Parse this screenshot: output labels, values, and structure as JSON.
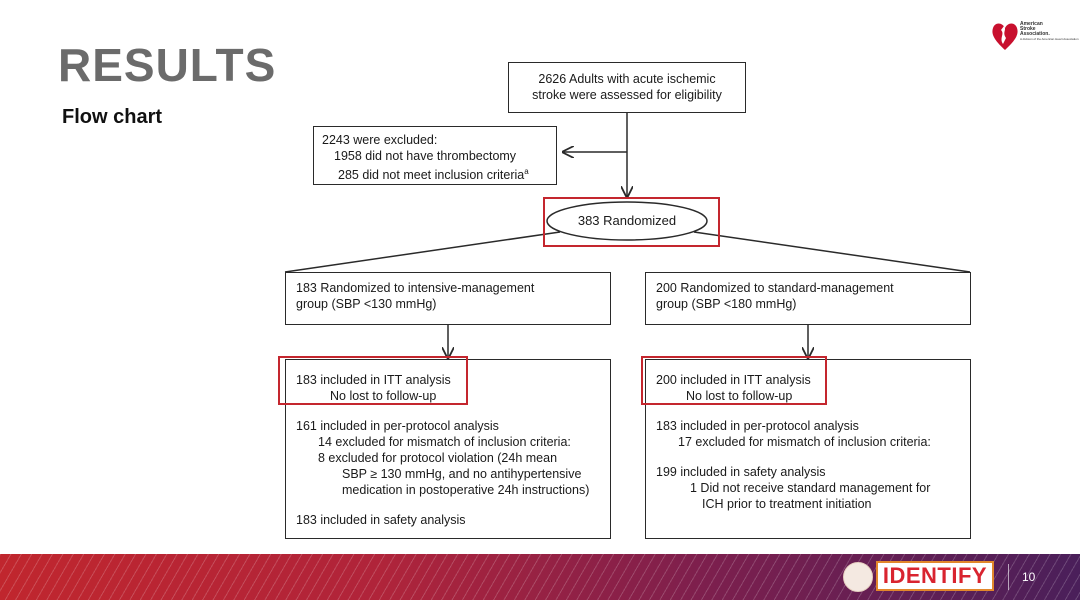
{
  "title": "RESULTS",
  "subtitle": "Flow chart",
  "logo": {
    "org_lines": [
      "American",
      "Stroke",
      "Association."
    ],
    "tagline": "A division of the American Heart Association"
  },
  "flow": {
    "assessed": [
      "2626 Adults with acute ischemic",
      "stroke were assessed for eligibility"
    ],
    "excluded": [
      "2243 were excluded:",
      "1958 did not have thrombectomy",
      "285 did not meet inclusion criteria"
    ],
    "excluded_superscript": "a",
    "randomized": "383 Randomized",
    "intensive_group": [
      "183 Randomized to intensive-management",
      "group (SBP <130 mmHg)"
    ],
    "standard_group": [
      "200 Randomized to standard-management",
      "group  (SBP <180 mmHg)"
    ],
    "intensive_outcomes": {
      "itt": "183 included in ITT analysis",
      "itt_followup": "No lost to follow-up",
      "pp": "161 included in per-protocol analysis",
      "pp_excl1": "14 excluded for mismatch of inclusion criteria:",
      "pp_excl2": [
        "8 excluded for protocol violation (24h mean",
        "SBP ≥ 130 mmHg, and no antihypertensive",
        "medication in postoperative 24h instructions)"
      ],
      "safety": "183 included in safety analysis"
    },
    "standard_outcomes": {
      "itt": "200 included in ITT analysis",
      "itt_followup": "No lost to follow-up",
      "pp": "183 included in per-protocol analysis",
      "pp_excl1": "17 excluded for mismatch of inclusion criteria:",
      "safety": "199 included in safety analysis",
      "safety_excl": [
        "1 Did not receive standard management for",
        "ICH prior to treatment initiation"
      ]
    }
  },
  "footer": {
    "badge": "IDENTIFY",
    "page_number": "10"
  },
  "colors": {
    "highlight": "#c4262e",
    "title_gray": "#6b6b6b",
    "badge_red": "#d9242f",
    "badge_border": "#e2872b"
  }
}
